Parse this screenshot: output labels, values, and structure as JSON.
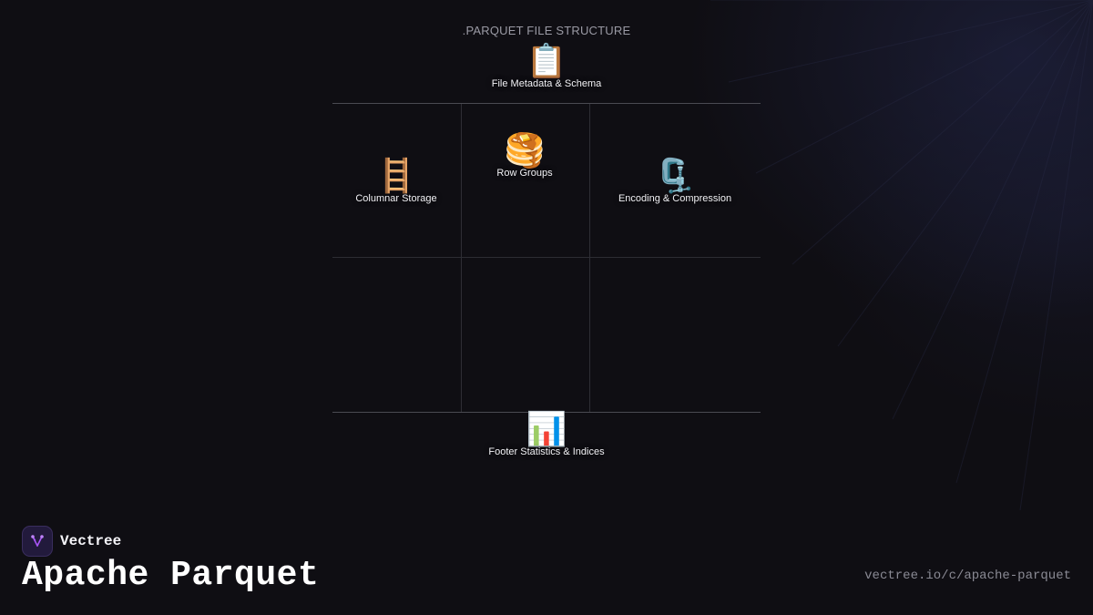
{
  "diagram": {
    "title": ".PARQUET FILE STRUCTURE",
    "nodes": {
      "metadata": {
        "icon": "clipboard-icon",
        "emoji": "📋",
        "label": "File Metadata & Schema"
      },
      "columnar": {
        "icon": "ladder-icon",
        "emoji": "🪜",
        "label": "Columnar Storage"
      },
      "row_groups": {
        "icon": "pancakes-icon",
        "emoji": "🥞",
        "label": "Row Groups"
      },
      "encoding": {
        "icon": "clamp-icon",
        "emoji": "🗜️",
        "label": "Encoding & Compression"
      },
      "footer": {
        "icon": "bar-chart-icon",
        "emoji": "📊",
        "label": "Footer Statistics & Indices"
      }
    }
  },
  "brand": {
    "name": "Vectree",
    "logo_color": "#a855f7"
  },
  "page": {
    "title": "Apache Parquet",
    "url": "vectree.io/c/apache-parquet"
  }
}
